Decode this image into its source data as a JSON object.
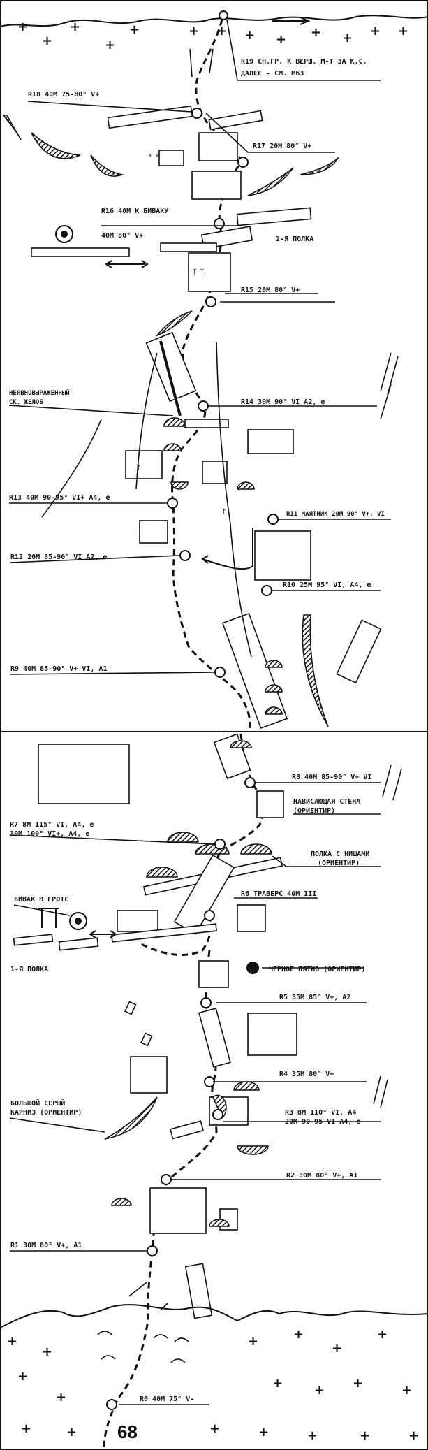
{
  "page_number": "68",
  "sections": {
    "upper": {
      "labels": {
        "r19": "R19 СН.ГР. К ВЕРШ. М-Т 3А К.С.",
        "r19b": "ДАЛЕЕ - СМ. М63",
        "r18": "R18 40М 75-80° V+",
        "r17": "R17 20М 80° V+",
        "r16": "R16 40М К БИВАКУ",
        "r16b": "40М 80° V+",
        "ledge2": "2-Я ПОЛКА",
        "r15": "R15 20М 80° V+",
        "gutter1": "НЕЯВНОВЫРАЖЕННЫЙ",
        "gutter2": "СК. ЖЕЛОБ",
        "r14": "R14 30М 90° VI А2, е",
        "r13": "R13 40М 90-95° VI+ А4, е",
        "r11": "R11 МАЯТНИК 20М 90° V+, VI",
        "r12": "R12 20М 85-90° VI А2, е",
        "r10": "R10 25М 95° VI, А4, е",
        "r9": "R9 40М 85-90° V+ VI, А1"
      }
    },
    "lower": {
      "labels": {
        "r8": "R8 40М 85-90° V+ VI",
        "wall1": "НАВИСАЮЩАЯ СТЕНА",
        "wall2": "(ОРИЕНТИР)",
        "r7a": "R7 8М 115° VI, А4, е",
        "r7b": "30М 100° VI+, А4, е",
        "niches1": "ПОЛКА С НИШАМИ",
        "niches2": "(ОРИЕНТИР)",
        "cave": "БИВАК В ГРОТЕ",
        "r6": "R6 ТРАВЕРС 40М III",
        "black": "ЧЕРНОЕ ПЯТНО (ОРИЕНТИР)",
        "ledge1": "1-Я ПОЛКА",
        "r5": "R5 35М 85° V+, А2",
        "r4": "R4 35М 80° V+",
        "cornice1": "БОЛЬШОЙ СЕРЫЙ",
        "cornice2": "КАРНИЗ (ОРИЕНТИР)",
        "r3a": "R3 8М 110° VI, А4",
        "r3b": "20М 90-95 VI А4, е",
        "r2": "R2 30М 80° V+, А1",
        "r1": "R1 30М 80° V+, А1",
        "r0": "R0 40М 75° V-"
      }
    }
  }
}
